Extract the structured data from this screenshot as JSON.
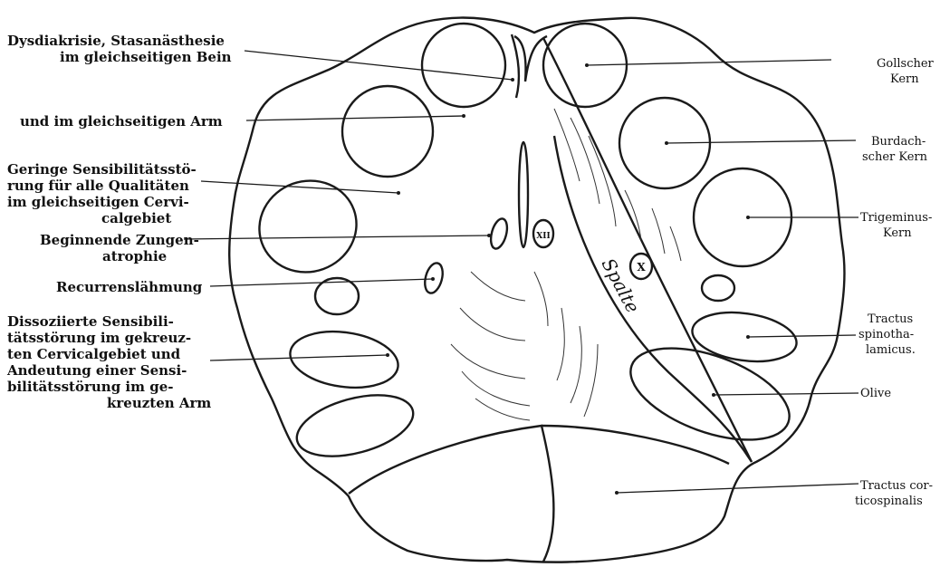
{
  "labels_left": [
    {
      "lines": [
        "Dysdiakrisie, Stasanästhesie",
        "im gleichseitigen Bein"
      ]
    },
    {
      "lines": [
        "und im gleichseitigen Arm"
      ]
    },
    {
      "lines": [
        "Geringe Sensibilitätsstö-",
        "rung für alle Qualitäten",
        "im gleichseitigen Cervi-",
        "calgebiet"
      ]
    },
    {
      "lines": [
        "Beginnende Zungen-",
        "atrophie"
      ]
    },
    {
      "lines": [
        "Recurrenslähmung"
      ]
    },
    {
      "lines": [
        "Dissoziierte Sensibili-",
        "tätsstörung im gekreuz-",
        "ten Cervicalgebiet und",
        "Andeutung einer Sensi-",
        "bilitätsstörung im ge-",
        "kreuzten Arm"
      ]
    }
  ],
  "labels_right": [
    {
      "lines": [
        "Gollscher",
        "Kern"
      ]
    },
    {
      "lines": [
        "Burdach-",
        "scher Kern"
      ]
    },
    {
      "lines": [
        "Trigeminus-",
        "Kern"
      ]
    },
    {
      "lines": [
        "Tractus",
        "spinotha-",
        "lamicus."
      ]
    },
    {
      "lines": [
        "Olive"
      ]
    },
    {
      "lines": [
        "Tractus cor-",
        "ticospinalis"
      ]
    }
  ],
  "inner_labels": {
    "gap": "Spalte",
    "nucleus_x": "X",
    "nucleus_xii": "XII"
  },
  "colors": {
    "ink": "#1a1a1a",
    "paper": "#ffffff"
  }
}
